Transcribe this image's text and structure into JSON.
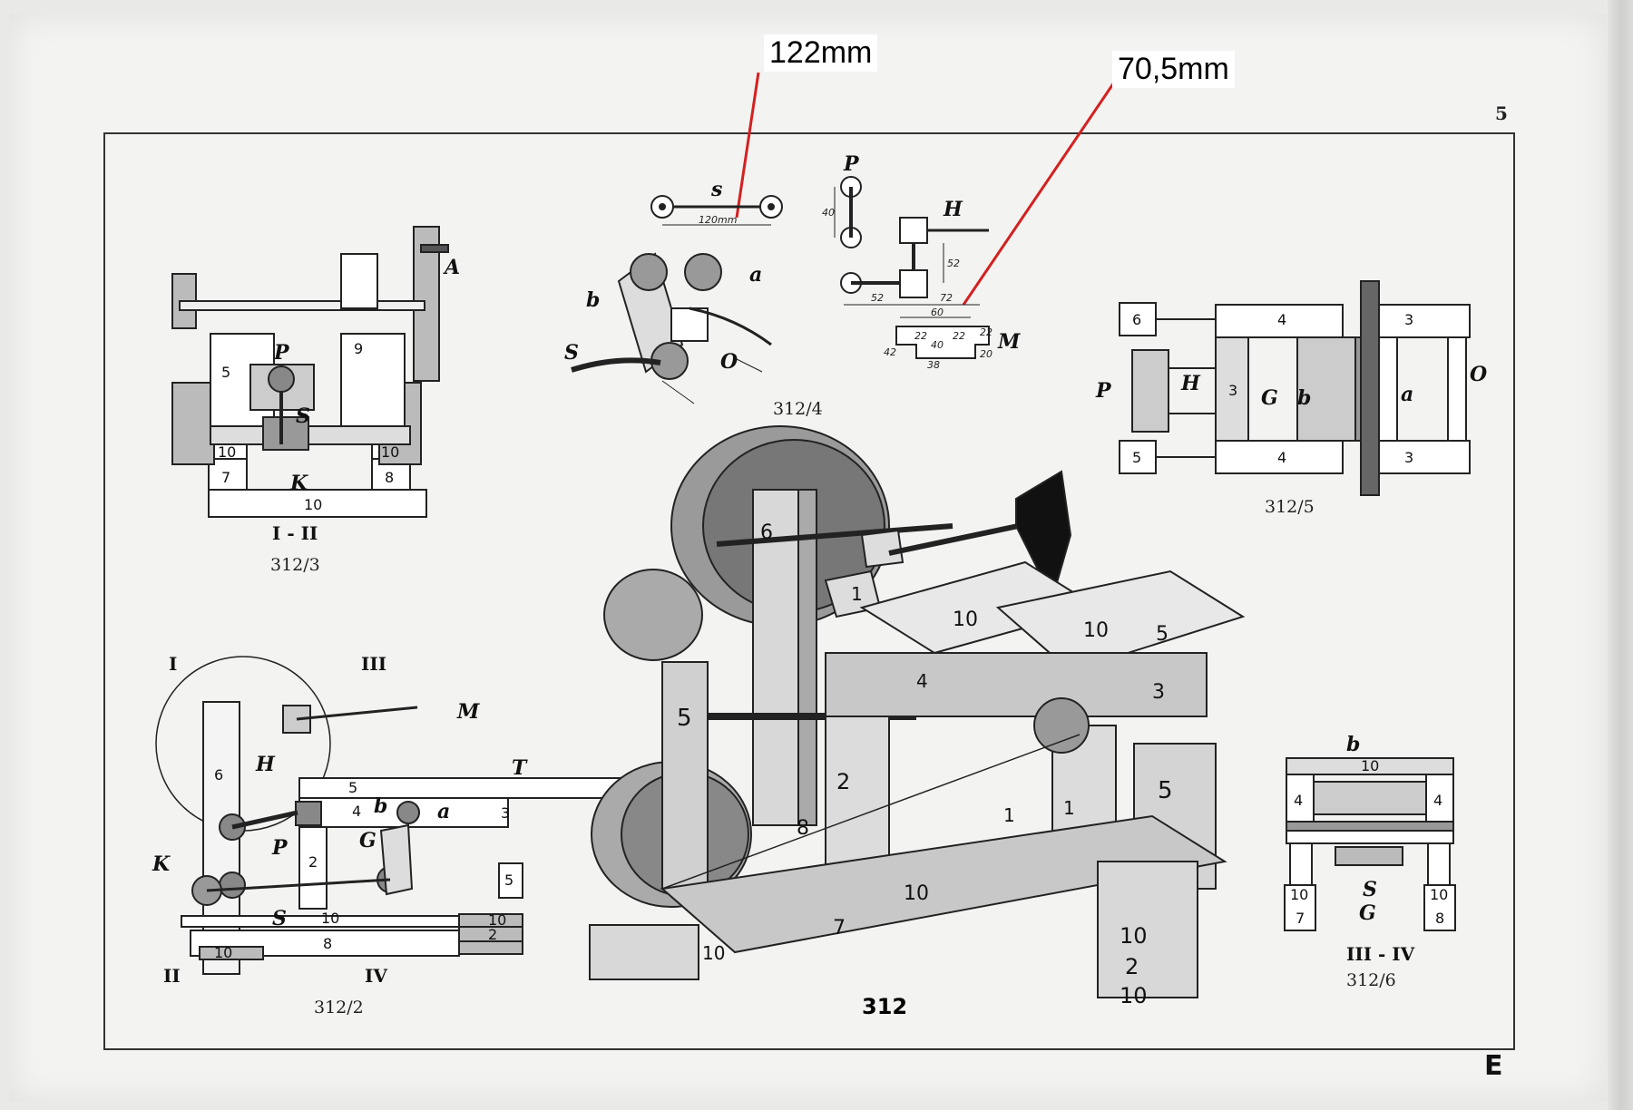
{
  "page": {
    "number": "5",
    "corner_mark": "E"
  },
  "callouts": {
    "length_s": "122mm",
    "length_h": "70,5mm"
  },
  "accent": {
    "callout_line_color": "#d42020"
  },
  "figures": {
    "fig_312_3": {
      "caption": "312/3",
      "section": "I - II",
      "labels": [
        "A",
        "P",
        "S",
        "K",
        "5",
        "9",
        "10",
        "7",
        "8",
        "10",
        "10"
      ]
    },
    "fig_312_4": {
      "caption": "312/4",
      "labels": {
        "s": "s",
        "s_dim": "120mm",
        "a": "a",
        "b": "b",
        "S": "S",
        "O": "O",
        "P": "P",
        "H": "H",
        "M": "M",
        "d40": "40",
        "d52a": "52",
        "d52b": "52",
        "d60": "60",
        "d72": "72",
        "d42": "42",
        "d22a": "22",
        "d20": "20",
        "d38": "38",
        "d40b": "40",
        "d22b": "22",
        "d22c": "22"
      }
    },
    "fig_312_5": {
      "caption": "312/5",
      "labels": [
        "6",
        "4",
        "3",
        "P",
        "H",
        "3",
        "G",
        "b",
        "a",
        "O",
        "5",
        "4",
        "3"
      ]
    },
    "fig_312_2": {
      "caption": "312/2",
      "sections": {
        "I": "I",
        "II": "II",
        "III": "III",
        "IV": "IV"
      },
      "labels": [
        "M",
        "T",
        "H",
        "6",
        "P",
        "K",
        "S",
        "G",
        "b",
        "a",
        "3",
        "4",
        "5",
        "10",
        "8",
        "2",
        "10",
        "10",
        "2",
        "5"
      ]
    },
    "fig_312": {
      "caption": "312",
      "labels": [
        "6",
        "1",
        "5",
        "10",
        "10",
        "5",
        "3",
        "4",
        "2",
        "8",
        "1",
        "1",
        "5",
        "10",
        "7",
        "10",
        "10",
        "2",
        "10"
      ]
    },
    "fig_312_6": {
      "caption": "312/6",
      "section": "III - IV",
      "labels": [
        "b",
        "10",
        "4",
        "4",
        "S",
        "G",
        "10",
        "10",
        "7",
        "8"
      ]
    }
  }
}
